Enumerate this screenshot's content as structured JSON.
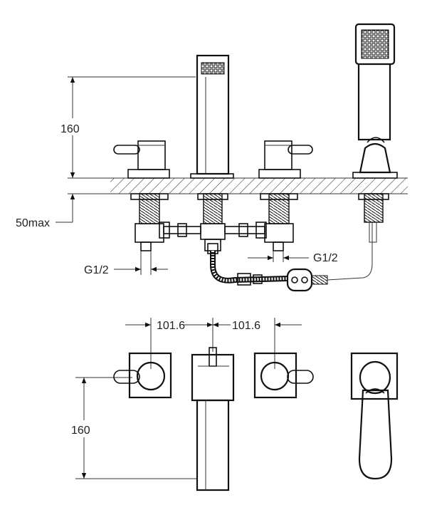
{
  "dimensions": {
    "top_height": "160",
    "under_deck": "50max",
    "thread_left": "G1/2",
    "thread_right": "G1/2",
    "spacing_left": "101.6",
    "spacing_right": "101.6",
    "plan_depth": "160"
  },
  "colors": {
    "line": "#111111",
    "background": "#ffffff"
  }
}
